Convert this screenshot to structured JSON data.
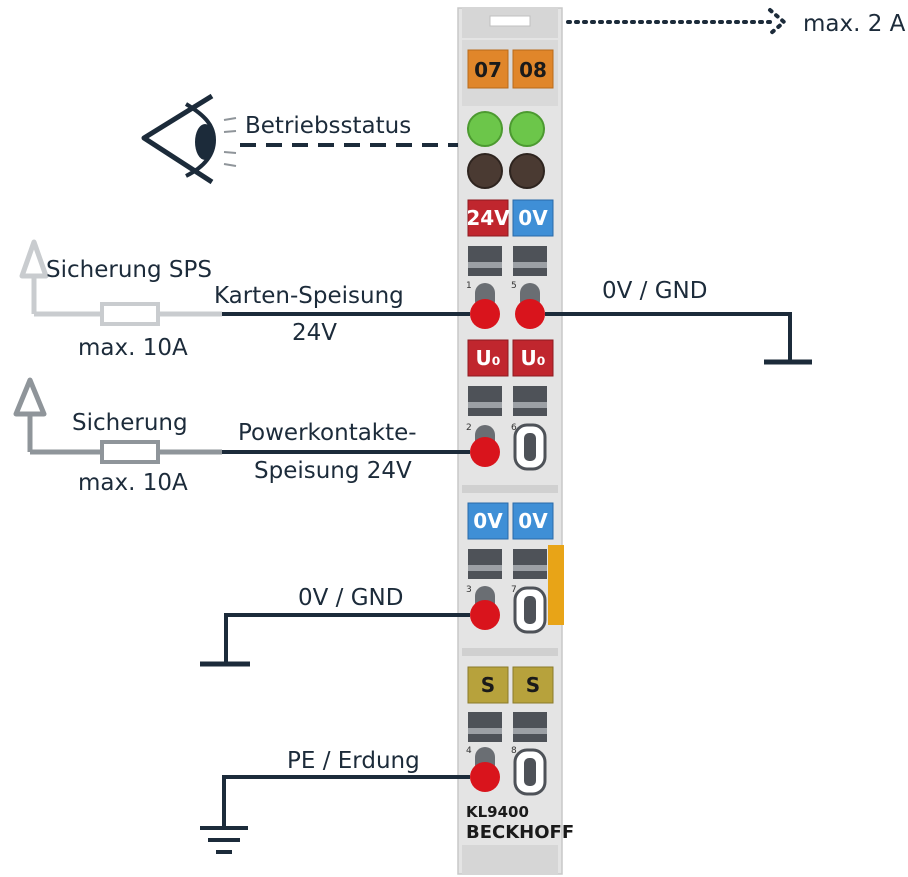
{
  "labels": {
    "max_current": "max. 2 A",
    "status": "Betriebsstatus",
    "fuse_sps": "Sicherung SPS",
    "fuse_sps_rating": "max. 10A",
    "card_supply_line1": "Karten-Speisung",
    "card_supply_line2": "24V",
    "gnd_top": "0V / GND",
    "fuse_power": "Sicherung",
    "fuse_power_rating": "max. 10A",
    "power_contacts_line1": "Powerkontakte-",
    "power_contacts_line2": "Speisung 24V",
    "gnd_mid": "0V / GND",
    "pe": "PE / Erdung"
  },
  "terminal": {
    "channel_tags": [
      "07",
      "08"
    ],
    "supply_tags": [
      "24V",
      "0V"
    ],
    "uo_tags": [
      "U₀",
      "U₀"
    ],
    "zero_tags": [
      "0V",
      "0V"
    ],
    "s_tags": [
      "S",
      "S"
    ],
    "contact_numbers": [
      "1",
      "5",
      "2",
      "6",
      "3",
      "7",
      "4",
      "8"
    ],
    "model": "KL9400",
    "brand": "BECKHOFF"
  },
  "colors": {
    "line_dark": "#1c2b3a",
    "line_light": "#c9cccf",
    "line_gray": "#8f959a",
    "led_green": "#6cc64a",
    "led_off": "#4a3a32",
    "tag_orange": "#e0862a",
    "tag_red": "#c0262e",
    "tag_blue": "#3f8fd6",
    "tag_olive": "#b7a23c",
    "contact_red": "#d9141c",
    "housing": "#e6e6e6"
  },
  "icons": {
    "eye": "eye-icon",
    "fuse": "fuse-icon",
    "ground": "ground-icon",
    "pe": "earth-ground-icon",
    "arrow": "dotted-arrow-icon"
  }
}
